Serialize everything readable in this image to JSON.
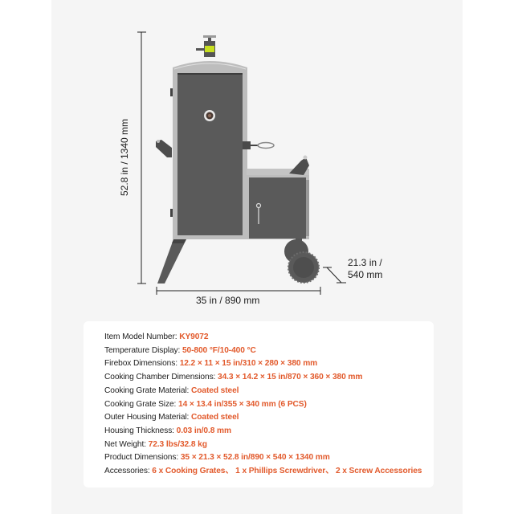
{
  "colors": {
    "page_background": "#ffffff",
    "panel_background": "#f5f5f5",
    "card_background": "#ffffff",
    "label_text": "#222222",
    "accent_value": "#e25a2c",
    "smoker_body": "#5a5a5a",
    "smoker_frame": "#bdbdbd",
    "smoker_dark": "#4a4a4a",
    "vent_label": "#c8e020"
  },
  "product_figure": {
    "name": "vertical-charcoal-smoker",
    "dimensions": {
      "height": "52.8 in / 1340 mm",
      "width": "35 in / 890 mm",
      "depth_line1": "21.3 in /",
      "depth_line2": "540 mm"
    }
  },
  "specs": [
    {
      "label": "Item Model Number: ",
      "value": "KY9072"
    },
    {
      "label": "Temperature Display: ",
      "value": "50-800 °F/10-400  °C"
    },
    {
      "label": "Firebox Dimensions: ",
      "value": "12.2 × 11 × 15 in/310 × 280 × 380 mm"
    },
    {
      "label": "Cooking Chamber Dimensions: ",
      "value": "34.3 × 14.2 × 15 in/870 × 360 × 380 mm"
    },
    {
      "label": "Cooking Grate Material: ",
      "value": "Coated steel"
    },
    {
      "label": "Cooking Grate Size: ",
      "value": "14 × 13.4 in/355 × 340 mm (6 PCS)"
    },
    {
      "label": "Outer Housing Material: ",
      "value": "Coated steel"
    },
    {
      "label": "Housing Thickness: ",
      "value": "0.03 in/0.8 mm"
    },
    {
      "label": "Net Weight: ",
      "value": "72.3 lbs/32.8 kg"
    },
    {
      "label": "Product Dimensions: ",
      "value": "35 × 21.3 × 52.8 in/890 × 540 × 1340 mm"
    },
    {
      "label": "Accessories: ",
      "value": "6 x Cooking Grates、 1 x Phillips Screwdriver、 2 x Screw Accessories"
    }
  ]
}
